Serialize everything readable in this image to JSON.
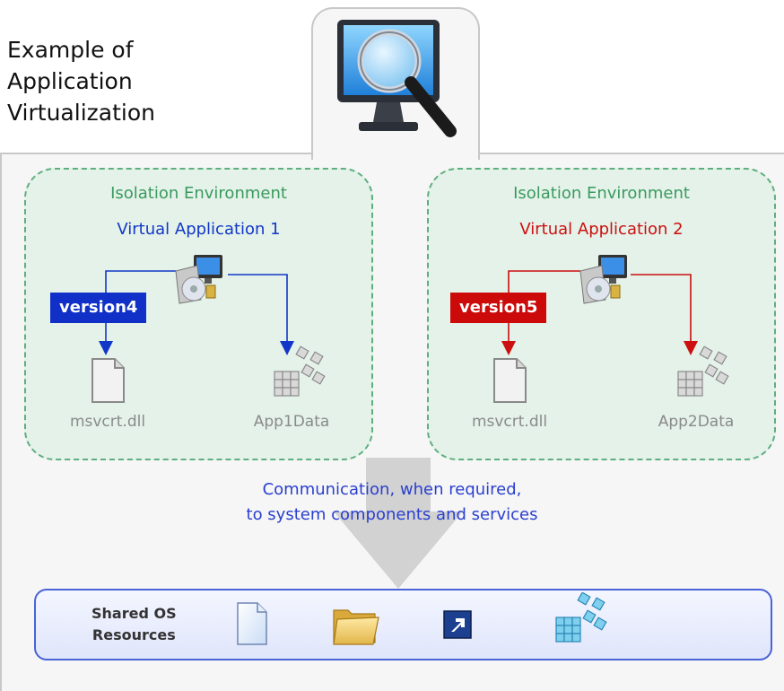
{
  "title_lines": [
    "Example of",
    "Application",
    "Virtualization"
  ],
  "left_env": {
    "env_label": "Isolation Environment",
    "app_label": "Virtual Application 1",
    "version": "version4",
    "dll_label": "msvcrt.dll",
    "data_label": "App1Data",
    "color": "#1237c8"
  },
  "right_env": {
    "env_label": "Isolation Environment",
    "app_label": "Virtual Application 2",
    "version": "version5",
    "dll_label": "msvcrt.dll",
    "data_label": "App2Data",
    "color": "#cc1010"
  },
  "communication": [
    "Communication, when required,",
    "to system components and services"
  ],
  "shared": {
    "label_lines": [
      "Shared OS",
      "Resources"
    ],
    "icons": [
      "document-icon",
      "folder-icon",
      "shortcut-icon",
      "registry-icon"
    ]
  }
}
